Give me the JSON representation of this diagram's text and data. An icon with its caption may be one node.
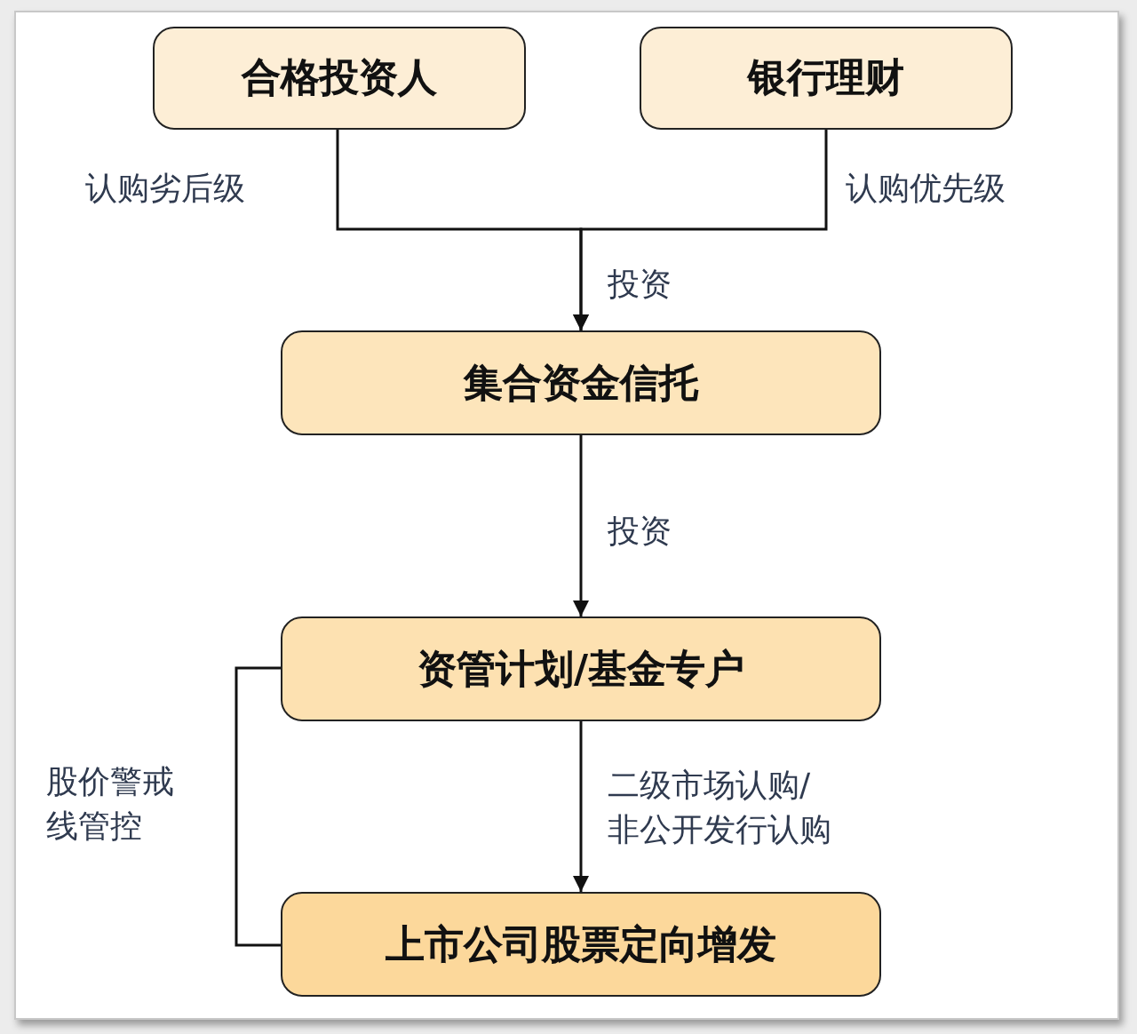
{
  "diagram": {
    "nodes": [
      {
        "text": [
          "合格投资人"
        ]
      },
      {
        "text": [
          "银行理财"
        ]
      },
      {
        "text": [
          "集合资金信托"
        ]
      },
      {
        "text": [
          "资管计划/基金专户"
        ]
      },
      {
        "text": [
          "上市公司股票定向增发"
        ]
      }
    ],
    "edges": [
      {
        "from": 0,
        "to": 2,
        "arrow": "to",
        "label": "认购劣后级"
      },
      {
        "from": 1,
        "to": 2,
        "arrow": "to",
        "label": "认购优先级"
      },
      {
        "from": 2,
        "to": 3,
        "arrow": "to",
        "label": "投资"
      },
      {
        "from": 3,
        "to": 4,
        "arrow": "to",
        "label": "二级市场认购/非公开发行认购"
      },
      {
        "from": 3,
        "to": 4,
        "arrow": "none",
        "label": "股价警戒线管控"
      }
    ],
    "labels": [
      "投资"
    ]
  }
}
